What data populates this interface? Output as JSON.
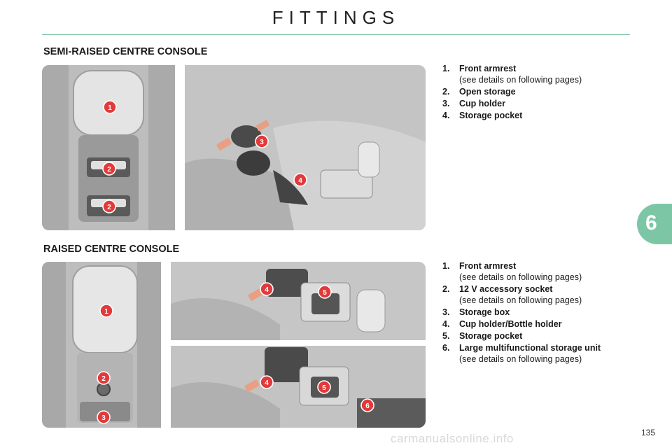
{
  "page": {
    "title": "FITTINGS",
    "chapter_number": "6",
    "page_number": "135",
    "watermark": "carmanualsonline.info"
  },
  "sections": [
    {
      "heading": "SEMI-RAISED CENTRE CONSOLE",
      "items": [
        {
          "num": "1.",
          "label": "Front armrest",
          "note": "(see details on following pages)"
        },
        {
          "num": "2.",
          "label": "Open storage",
          "note": ""
        },
        {
          "num": "3.",
          "label": "Cup holder",
          "note": ""
        },
        {
          "num": "4.",
          "label": "Storage pocket",
          "note": ""
        }
      ],
      "markers": [
        "1",
        "2",
        "2",
        "3",
        "4"
      ]
    },
    {
      "heading": "RAISED CENTRE CONSOLE",
      "items": [
        {
          "num": "1.",
          "label": "Front armrest",
          "note": "(see details on following pages)"
        },
        {
          "num": "2.",
          "label": "12 V accessory socket",
          "note": "(see details on following pages)"
        },
        {
          "num": "3.",
          "label": "Storage box",
          "note": ""
        },
        {
          "num": "4.",
          "label": "Cup holder/Bottle holder",
          "note": ""
        },
        {
          "num": "5.",
          "label": "Storage pocket",
          "note": ""
        },
        {
          "num": "6.",
          "label": "Large multifunctional storage unit",
          "note": "(see details on following pages)"
        }
      ],
      "markers": [
        "1",
        "2",
        "3",
        "4",
        "5",
        "4",
        "5",
        "6"
      ]
    }
  ],
  "colors": {
    "accent": "#7cc6a6",
    "marker": "#e23a3a",
    "panel": "#c9c9c9"
  }
}
